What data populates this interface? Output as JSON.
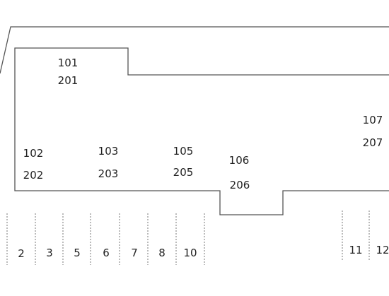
{
  "rooms": [
    {
      "id": "room-101",
      "label": "101"
    },
    {
      "id": "room-201",
      "label": "201"
    },
    {
      "id": "room-102",
      "label": "102"
    },
    {
      "id": "room-202",
      "label": "202"
    },
    {
      "id": "room-103",
      "label": "103"
    },
    {
      "id": "room-203",
      "label": "203"
    },
    {
      "id": "room-105",
      "label": "105"
    },
    {
      "id": "room-205",
      "label": "205"
    },
    {
      "id": "room-106",
      "label": "106"
    },
    {
      "id": "room-206",
      "label": "206"
    },
    {
      "id": "room-107",
      "label": "107"
    },
    {
      "id": "room-207",
      "label": "207"
    }
  ],
  "parking_spaces": [
    "2",
    "3",
    "5",
    "6",
    "7",
    "8",
    "10",
    "11",
    "12"
  ]
}
